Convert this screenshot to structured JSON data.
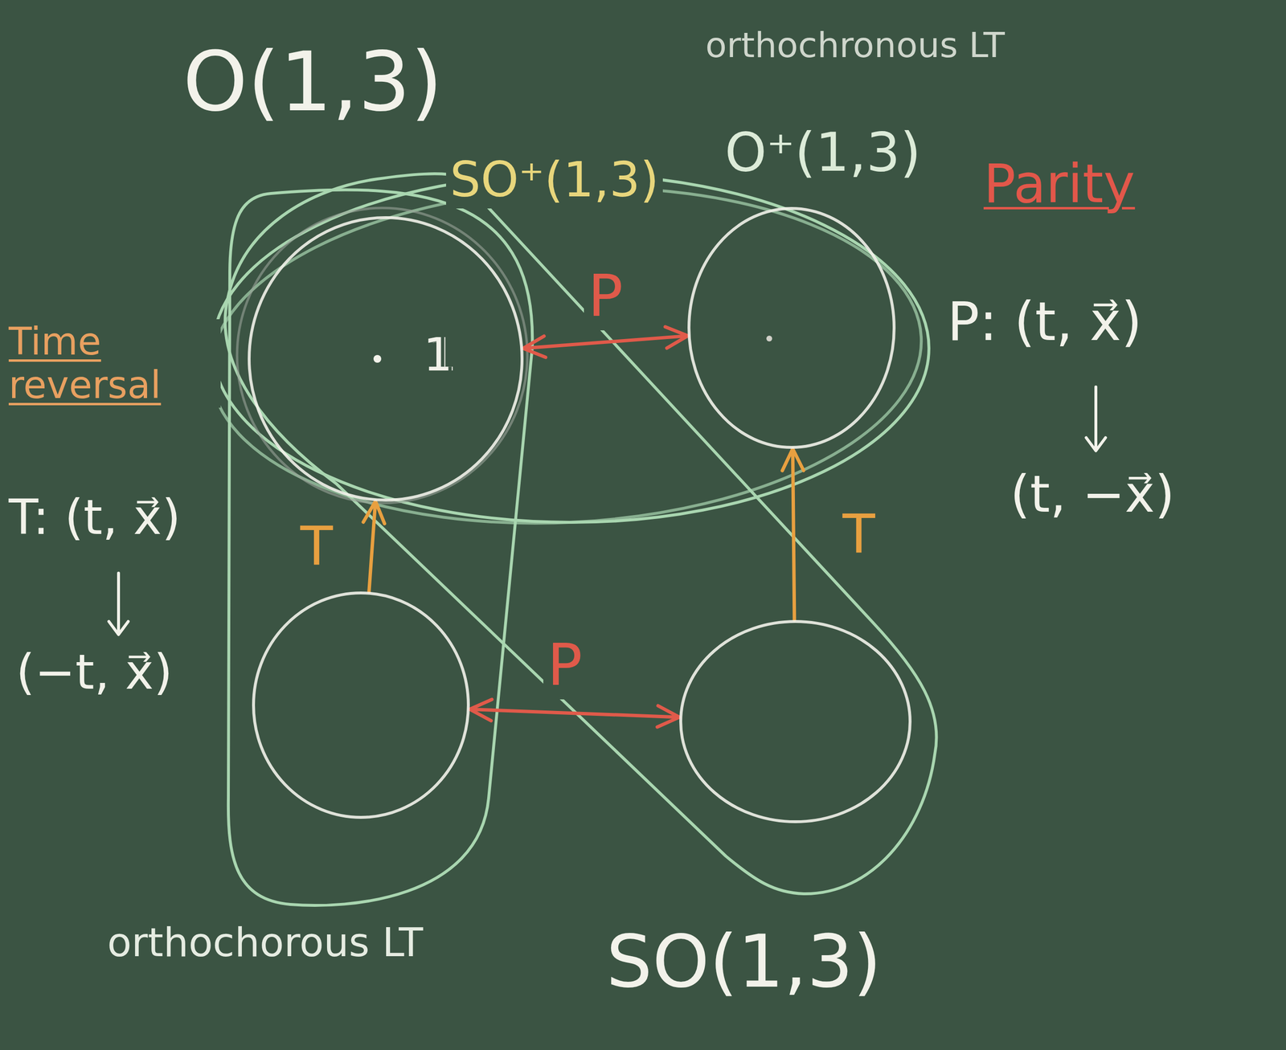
{
  "diagram": {
    "title": "O(1,3)",
    "nodes": [
      {
        "text": [
          "SO⁺(1,3)",
          "1"
        ]
      },
      {
        "text": []
      },
      {
        "text": []
      },
      {
        "text": []
      }
    ],
    "edges": [
      {
        "from": 0,
        "to": 1,
        "label": "P",
        "arrow": "both"
      },
      {
        "from": 2,
        "to": 3,
        "label": "P",
        "arrow": "both"
      },
      {
        "from": 2,
        "to": 0,
        "label": "T",
        "arrow": "to"
      },
      {
        "from": 3,
        "to": 1,
        "label": "T",
        "arrow": "to"
      }
    ],
    "labels": [
      "orthochronous LT",
      "O⁺(1,3)",
      "Parity",
      "P: (t, x⃗)",
      "(t, −x⃗)",
      "Time reversal",
      "T: (t, x⃗)",
      "(−t, x⃗)",
      "orthochorous LT",
      "SO(1,3)"
    ]
  }
}
